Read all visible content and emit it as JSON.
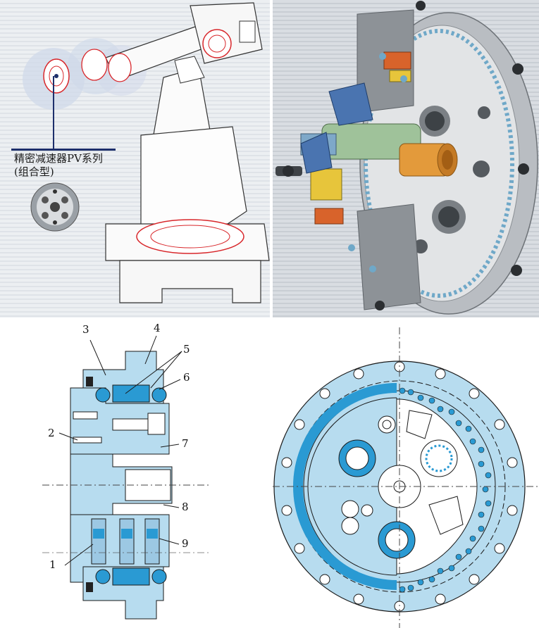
{
  "robot_panel": {
    "caption": "精密减速器PV系列\n(组合型)"
  },
  "section_view": {
    "callouts": [
      "1",
      "2",
      "3",
      "4",
      "5",
      "6",
      "7",
      "8",
      "9"
    ]
  },
  "colors": {
    "part_fill": "#b7dcef",
    "bearing_fill": "#2a9ad3",
    "line": "#1a1a1a",
    "highlight": "#d8262a"
  }
}
